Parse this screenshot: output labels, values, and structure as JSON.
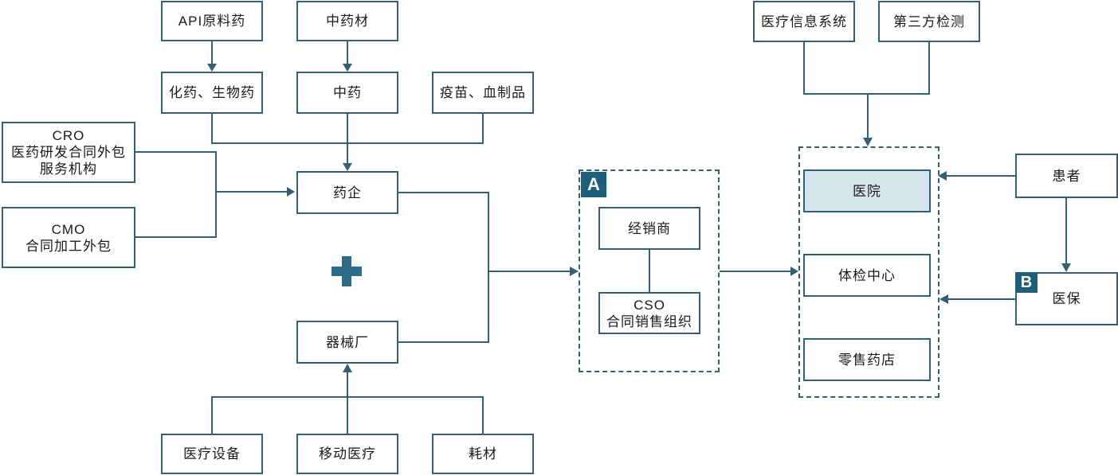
{
  "colors": {
    "border": "#355f73",
    "badge": "#1f5f7a",
    "highlight": "#d7e6ec",
    "plus": "#2e6b88"
  },
  "nodes": {
    "api": "API原料药",
    "tcm_material": "中药材",
    "chem_bio": "化药、生物药",
    "tcm": "中药",
    "vaccine": "疫苗、血制品",
    "cro_title": "CRO",
    "cro_desc": "医药研发合同外包服务机构",
    "cmo_title": "CMO",
    "cmo_desc": "合同加工外包",
    "pharma": "药企",
    "device_factory": "器械厂",
    "med_equipment": "医疗设备",
    "mobile_med": "移动医疗",
    "consumables": "耗材",
    "distributor": "经销商",
    "cso_title": "CSO",
    "cso_desc": "合同销售组织",
    "med_info": "医疗信息系统",
    "third_party": "第三方检测",
    "hospital": "医院",
    "checkup": "体检中心",
    "pharmacy": "零售药店",
    "patient": "患者",
    "insurance": "医保"
  },
  "badges": {
    "a": "A",
    "b": "B"
  },
  "symbols": {
    "plus": "plus-icon"
  }
}
